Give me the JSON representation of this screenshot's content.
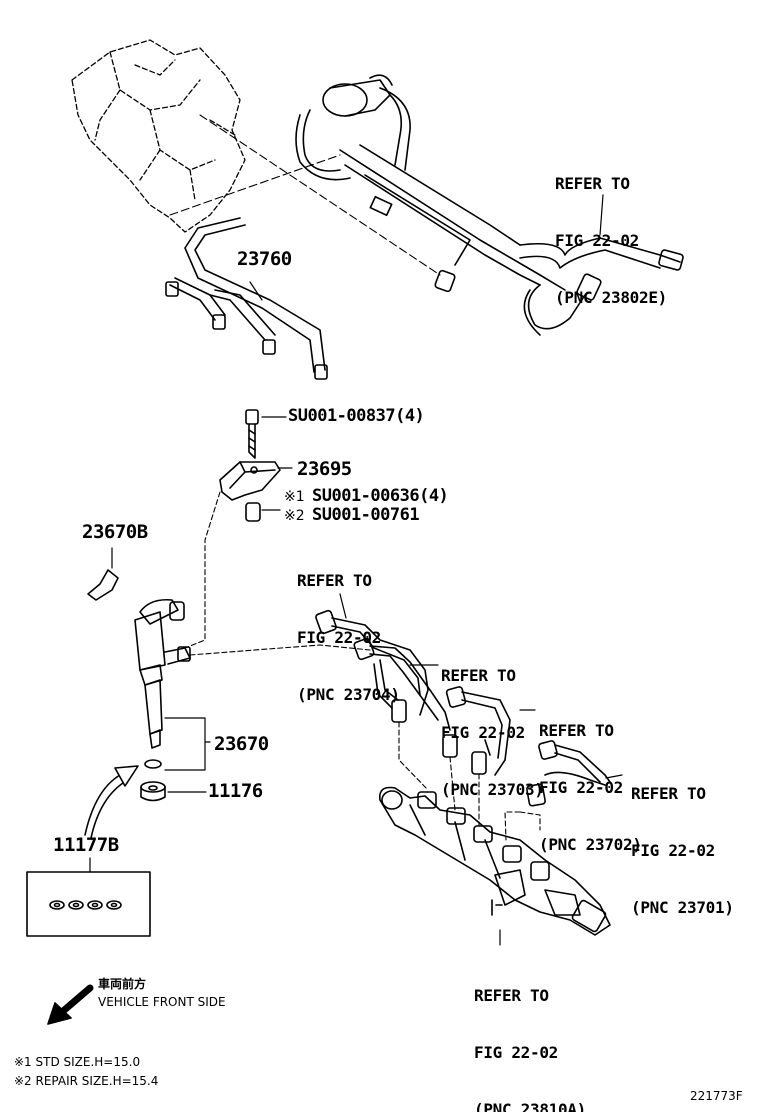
{
  "diagram_id": "221773F",
  "top_assembly": {
    "part_number": "23760",
    "refer": [
      "REFER TO",
      "FIG 22-02",
      "(PNC 23802E)"
    ]
  },
  "bolt": {
    "part_number": "SU001-00837(4)"
  },
  "clamp": {
    "part_number": "23695"
  },
  "spacer_std": {
    "marker": "※1",
    "part_number": "SU001-00636(4)"
  },
  "spacer_repair": {
    "marker": "※2",
    "part_number": "SU001-00761"
  },
  "hose": {
    "part_number": "23670B"
  },
  "injector": {
    "part_number": "23670"
  },
  "seat": {
    "part_number": "11176"
  },
  "gasket_kit": {
    "part_number": "11177B"
  },
  "refer_23704": [
    "REFER TO",
    "FIG 22-02",
    "(PNC 23704)"
  ],
  "refer_23703": [
    "REFER TO",
    "FIG 22-02",
    "(PNC 23703)"
  ],
  "refer_23702": [
    "REFER TO",
    "FIG 22-02",
    "(PNC 23702)"
  ],
  "refer_23701": [
    "REFER TO",
    "FIG 22-02",
    "(PNC 23701)"
  ],
  "refer_23810A": [
    "REFER TO",
    "FIG 22-02",
    "(PNC 23810A)"
  ],
  "front_side": {
    "japanese": "車両前方",
    "english": "VEHICLE FRONT SIDE"
  },
  "footnotes": [
    "※1 STD SIZE.H=15.0",
    "※2 REPAIR SIZE.H=15.4"
  ]
}
